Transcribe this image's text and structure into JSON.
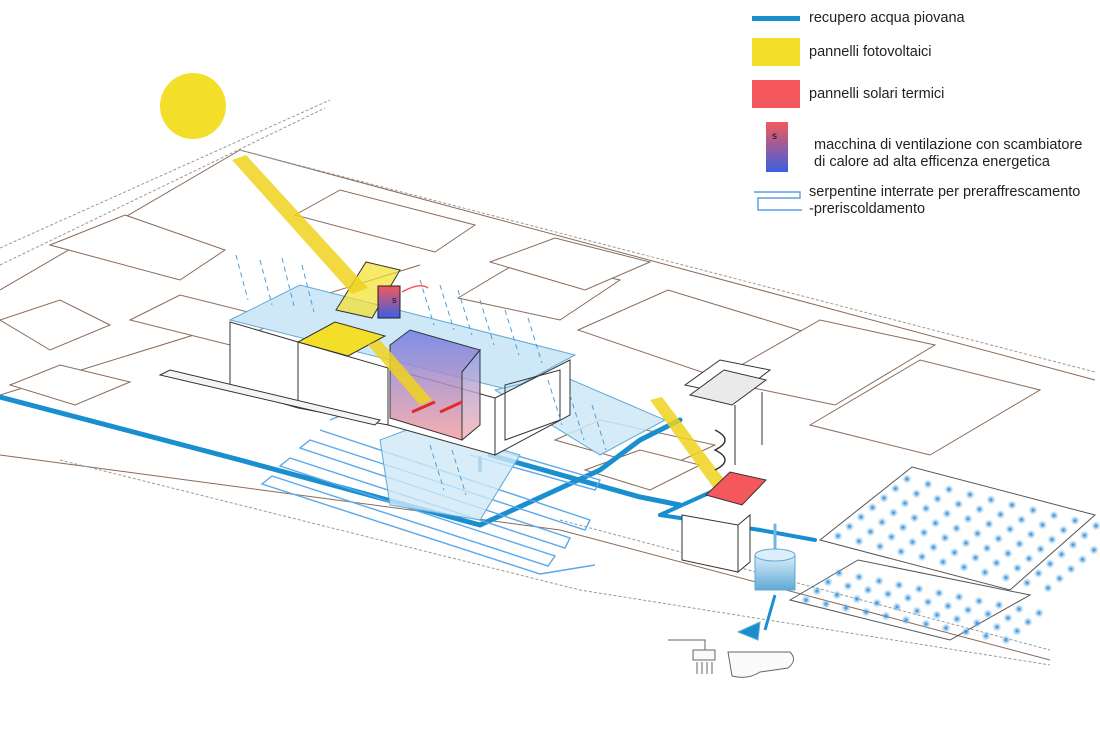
{
  "legend": {
    "rainwater": {
      "label": "recupero acqua piovana",
      "color": "#1a8fd0"
    },
    "pv": {
      "label": "pannelli fotovoltaici",
      "color": "#f3df2a"
    },
    "thermal": {
      "label": "pannelli solari termici",
      "color": "#f4585d"
    },
    "ventilation": {
      "line1": "macchina di ventilazione con scambiatore",
      "line2": "di calore ad alta efficenza energetica",
      "symbol": "s"
    },
    "coils": {
      "line1": "serpentine interrate per preraffrescamento",
      "line2": "-preriscoldamento",
      "color": "#5a9ee6"
    }
  },
  "colors": {
    "sun": "#f3df2a",
    "sunray": "#f0d21e",
    "pipe": "#1a8fd0",
    "roof_blue": "#cfe8f7",
    "rain": "#4a9fd8",
    "field_dot": "#2b8fd8",
    "outline": "#333333",
    "lot_line": "#8a6a58"
  },
  "diagram": {
    "machine_label": "s",
    "icons": [
      "shower-icon",
      "toilet-icon"
    ]
  }
}
